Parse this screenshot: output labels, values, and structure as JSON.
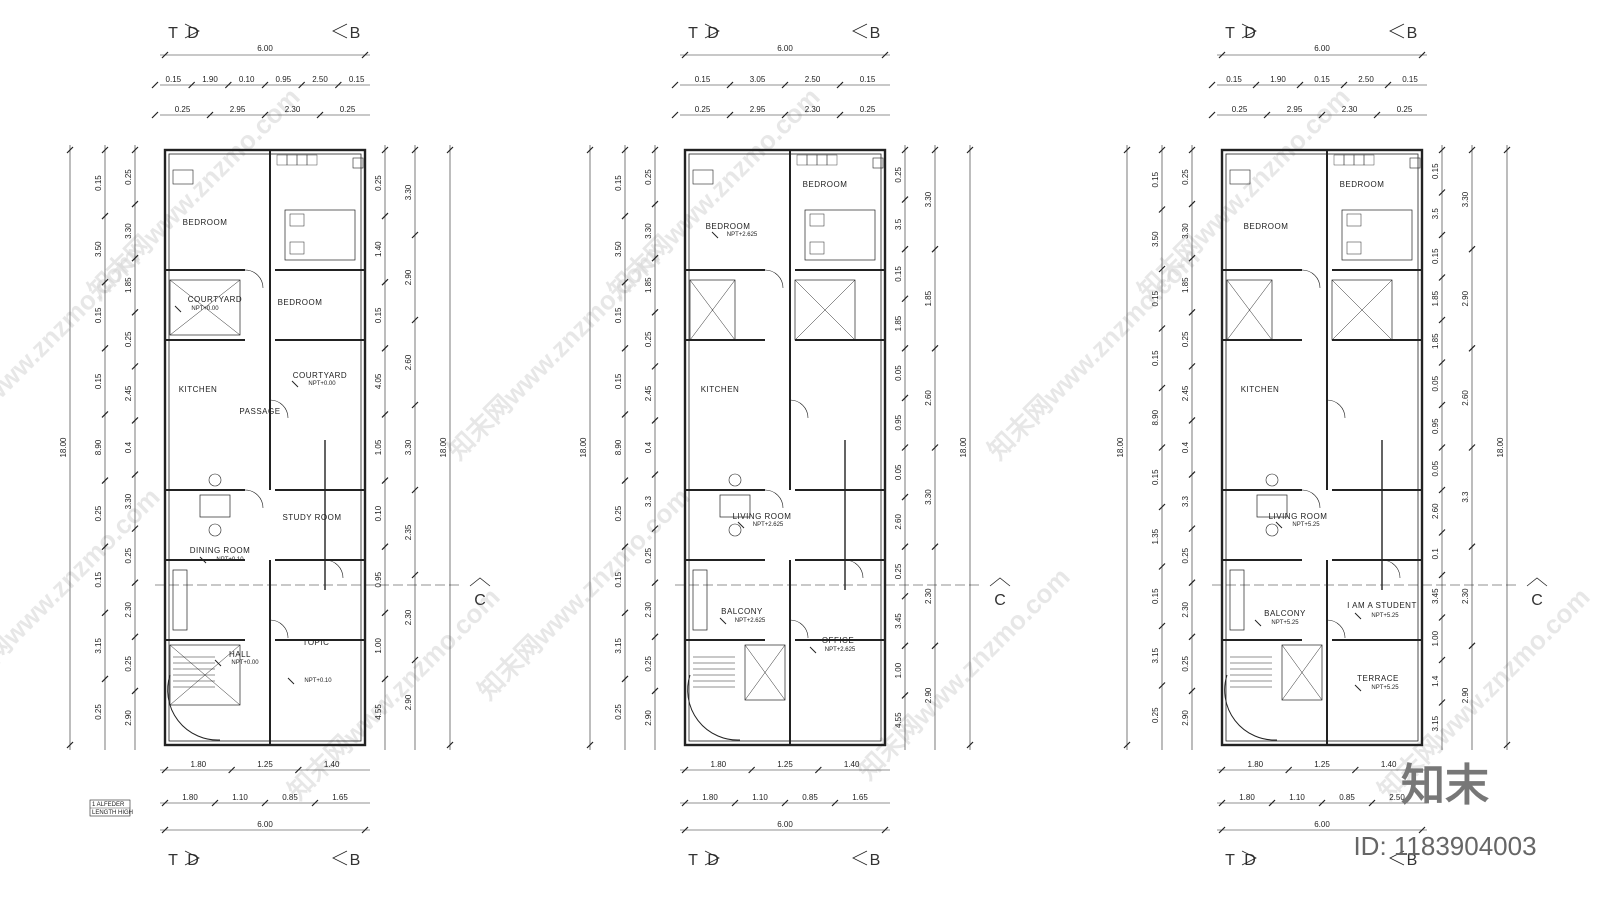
{
  "section_marks": {
    "t": "T",
    "d": "D",
    "b": "B",
    "c": "C"
  },
  "colors": {
    "line": "#222222",
    "wall": "#222222",
    "watermark": "#d0d0d0"
  },
  "watermark": {
    "text": "知末网www.znzmo.com"
  },
  "brand": {
    "logo_text": "知末",
    "id_text": "ID: 1183904003"
  },
  "legend": {
    "row1": "1  ALFEDER",
    "row2": "LENGTH  HIGH"
  },
  "plans": [
    {
      "top_dims": {
        "total": "6.00",
        "row1": [
          "0.15",
          "1.90",
          "0.10",
          "0.95",
          "2.50",
          "0.15"
        ],
        "row2": [
          "0.25",
          "2.95",
          "2.30",
          "0.25"
        ]
      },
      "bottom_dims": {
        "row1": [
          "1.80",
          "1.25",
          "1.40"
        ],
        "row2": [
          "1.80",
          "1.10",
          "0.85",
          "1.65"
        ],
        "total": "6.00"
      },
      "left_dims": {
        "total": "18.00",
        "a": [
          "0.15",
          "3.50",
          "0.15",
          "0.15",
          "8.90",
          "0.25",
          "0.15",
          "3.15",
          "0.25"
        ],
        "b": [
          "0.25",
          "3.30",
          "1.85",
          "0.25",
          "2.45",
          "0.4",
          "3.30",
          "0.25",
          "2.30",
          "0.25",
          "2.90"
        ]
      },
      "right_dims": {
        "total": "18.00",
        "a": [
          "0.25",
          "1.40",
          "0.15",
          "4.05",
          "1.05",
          "0.10",
          "0.95",
          "1.00",
          "4.55"
        ],
        "b": [
          "3.30",
          "2.90",
          "2.60",
          "3.30",
          "2.35",
          "2.30",
          "2.90"
        ]
      },
      "rooms": [
        {
          "name": "BEDROOM",
          "npt": ""
        },
        {
          "name": "COURTYARD",
          "npt": "NPT+0.00"
        },
        {
          "name": "BEDROOM",
          "npt": ""
        },
        {
          "name": "KITCHEN",
          "npt": ""
        },
        {
          "name": "PASSAGE",
          "npt": ""
        },
        {
          "name": "COURTYARD",
          "npt": "NPT+0.00"
        },
        {
          "name": "STUDY ROOM",
          "npt": ""
        },
        {
          "name": "DINING ROOM",
          "npt": "NPT+0.10"
        },
        {
          "name": "HALL",
          "npt": "NPT+0.00"
        },
        {
          "name": "TOPIC",
          "npt": "NPT+0.10"
        }
      ]
    },
    {
      "top_dims": {
        "total": "6.00",
        "row1": [
          "0.15",
          "3.05",
          "2.50",
          "0.15"
        ],
        "row2": [
          "0.25",
          "2.95",
          "2.30",
          "0.25"
        ]
      },
      "bottom_dims": {
        "row1": [
          "1.80",
          "1.25",
          "1.40"
        ],
        "row2": [
          "1.80",
          "1.10",
          "0.85",
          "1.65"
        ],
        "total": "6.00"
      },
      "left_dims": {
        "total": "18.00",
        "a": [
          "0.15",
          "3.50",
          "0.15",
          "0.15",
          "8.90",
          "0.25",
          "0.15",
          "3.15",
          "0.25"
        ],
        "b": [
          "0.25",
          "3.30",
          "1.85",
          "0.25",
          "2.45",
          "0.4",
          "3.3",
          "0.25",
          "2.30",
          "0.25",
          "2.90"
        ]
      },
      "right_dims": {
        "total": "18.00",
        "a": [
          "0.25",
          "3.5",
          "0.15",
          "1.85",
          "0.05",
          "0.95",
          "0.05",
          "2.60",
          "0.25",
          "3.45",
          "1.00",
          "4.55"
        ],
        "b": [
          "3.30",
          "1.85",
          "2.60",
          "3.30",
          "2.30",
          "2.90"
        ]
      },
      "rooms": [
        {
          "name": "BEDROOM",
          "npt": "NPT+2.625"
        },
        {
          "name": "BEDROOM",
          "npt": ""
        },
        {
          "name": "KITCHEN",
          "npt": ""
        },
        {
          "name": "LIVING ROOM",
          "npt": "NPT+2.625"
        },
        {
          "name": "BALCONY",
          "npt": "NPT+2.625"
        },
        {
          "name": "OFFICE",
          "npt": "NPT+2.625"
        }
      ]
    },
    {
      "top_dims": {
        "total": "6.00",
        "row1": [
          "0.15",
          "1.90",
          "0.15",
          "2.50",
          "0.15"
        ],
        "row2": [
          "0.25",
          "2.95",
          "2.30",
          "0.25"
        ]
      },
      "bottom_dims": {
        "row1": [
          "1.80",
          "1.25",
          "1.40"
        ],
        "row2": [
          "1.80",
          "1.10",
          "0.85",
          "2.50"
        ],
        "total": "6.00"
      },
      "left_dims": {
        "total": "18.00",
        "a": [
          "0.15",
          "3.50",
          "0.15",
          "0.15",
          "8.90",
          "0.15",
          "1.35",
          "0.15",
          "3.15",
          "0.25"
        ],
        "b": [
          "0.25",
          "3.30",
          "1.85",
          "0.25",
          "2.45",
          "0.4",
          "3.3",
          "0.25",
          "2.30",
          "0.25",
          "2.90"
        ]
      },
      "right_dims": {
        "total": "18.00",
        "a": [
          "0.15",
          "3.5",
          "0.15",
          "1.85",
          "1.85",
          "0.05",
          "0.95",
          "0.05",
          "2.60",
          "0.1",
          "3.45",
          "1.00",
          "1.4",
          "3.15"
        ],
        "b": [
          "3.30",
          "2.90",
          "2.60",
          "3.3",
          "2.30",
          "2.90"
        ]
      },
      "rooms": [
        {
          "name": "BEDROOM",
          "npt": ""
        },
        {
          "name": "BEDROOM",
          "npt": ""
        },
        {
          "name": "KITCHEN",
          "npt": ""
        },
        {
          "name": "LIVING ROOM",
          "npt": "NPT+5.25"
        },
        {
          "name": "BALCONY",
          "npt": "NPT+5.25"
        },
        {
          "name": "I AM A STUDENT",
          "npt": "NPT+5.25"
        },
        {
          "name": "TERRACE",
          "npt": "NPT+5.25"
        }
      ]
    }
  ]
}
